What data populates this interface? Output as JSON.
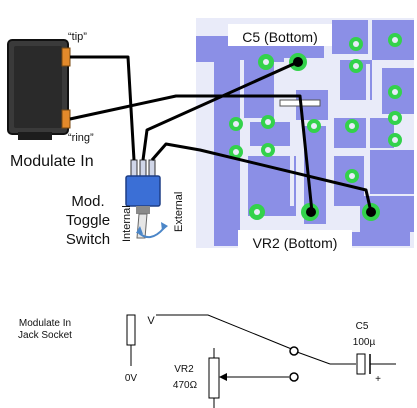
{
  "wiring": {
    "jack_tip_label": "“tip”",
    "jack_ring_label": "“ring”",
    "modulate_in_label": "Modulate In",
    "toggle_label_lines": [
      "Mod.",
      "Toggle",
      "Switch"
    ],
    "internal_label": "Internal",
    "external_label": "External",
    "c5_bottom_label": "C5 (Bottom)",
    "vr2_bottom_label": "VR2 (Bottom)"
  },
  "schematic": {
    "jack_label_lines": [
      "Modulate In",
      "Jack Socket"
    ],
    "jack_v_label": "V",
    "jack_0v_label": "0V",
    "c5_label": "C5",
    "c5_value": "100µ",
    "c5_plus": "+",
    "vr2_label": "VR2",
    "vr2_value": "470Ω"
  },
  "colors": {
    "pcb_base": "#e7e9f8",
    "pcb_trace": "#8b8fe6",
    "pad_green": "#33d24b",
    "wire": "#000000",
    "switch_blue": "#3b6fd6",
    "arrow_blue": "#4b86c8"
  }
}
